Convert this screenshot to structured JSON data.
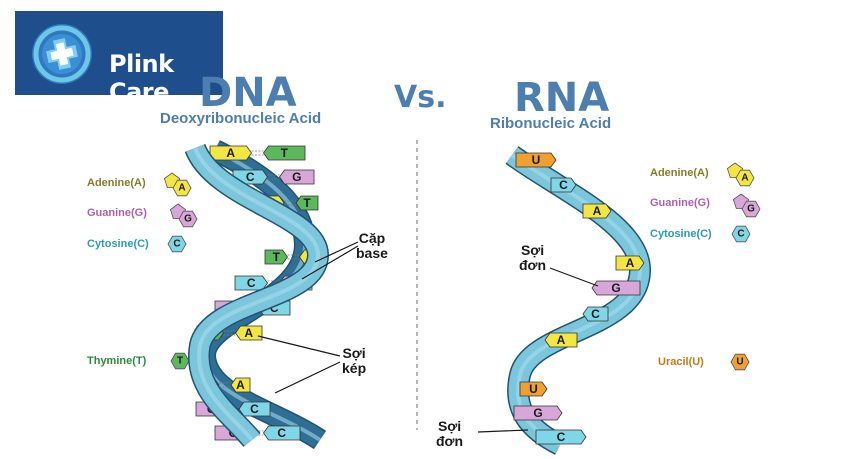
{
  "brand": {
    "name": "Plink Care",
    "bg": "#1e4f8c"
  },
  "titles": {
    "dna": "DNA",
    "dna_full": "Deoxyribonucleic Acid",
    "vs": "Vs.",
    "rna": "RNA",
    "rna_full": "Ribonucleic Acid"
  },
  "dna_legend": [
    {
      "label": "Adenine(A)",
      "letter": "A",
      "color": "#f4e642",
      "text_color": "#8a7a26"
    },
    {
      "label": "Guanine(G)",
      "letter": "G",
      "color": "#d9a6d9",
      "text_color": "#b05fae"
    },
    {
      "label": "Cytosine(C)",
      "letter": "C",
      "color": "#7fd6e6",
      "text_color": "#2a9bb8"
    },
    {
      "label": "Thymine(T)",
      "letter": "T",
      "color": "#5cb85c",
      "text_color": "#2e8b3e"
    }
  ],
  "rna_legend": [
    {
      "label": "Adenine(A)",
      "letter": "A",
      "color": "#f4e642",
      "text_color": "#8a7a26"
    },
    {
      "label": "Guanine(G)",
      "letter": "G",
      "color": "#d9a6d9",
      "text_color": "#b05fae"
    },
    {
      "label": "Cytosine(C)",
      "letter": "C",
      "color": "#7fd6e6",
      "text_color": "#2a9bb8"
    },
    {
      "label": "Uracil(U)",
      "letter": "U",
      "color": "#f0a030",
      "text_color": "#c77a18"
    }
  ],
  "callouts": {
    "base_pair": "Cặp\nbase",
    "double_strand": "Sợi\nkép",
    "single_strand_1": "Sợi\nđơn",
    "single_strand_2": "Sợi\nđơn"
  },
  "dna_pairs": [
    {
      "left": "A",
      "right": "T"
    },
    {
      "left": "C",
      "right": "G"
    },
    {
      "left": "A",
      "right": "T"
    },
    {
      "left": "T",
      "right": "A"
    },
    {
      "left": "C",
      "right": "G"
    },
    {
      "left": "G",
      "right": "C"
    },
    {
      "left": "T",
      "right": "A"
    },
    {
      "left": "T",
      "right": "A"
    },
    {
      "left": "G",
      "right": "C"
    },
    {
      "left": "G",
      "right": "C"
    }
  ],
  "rna_bases": [
    "U",
    "C",
    "A",
    "A",
    "G",
    "C",
    "A",
    "U",
    "G",
    "C"
  ],
  "colors": {
    "title": "#4d7eb0",
    "strand_light": "#7cc6dc",
    "strand_dark": "#2f6f95",
    "A": "#f4e642",
    "T": "#5cb85c",
    "G": "#d9a6d9",
    "C": "#7fd6e6",
    "U": "#f0a030"
  }
}
